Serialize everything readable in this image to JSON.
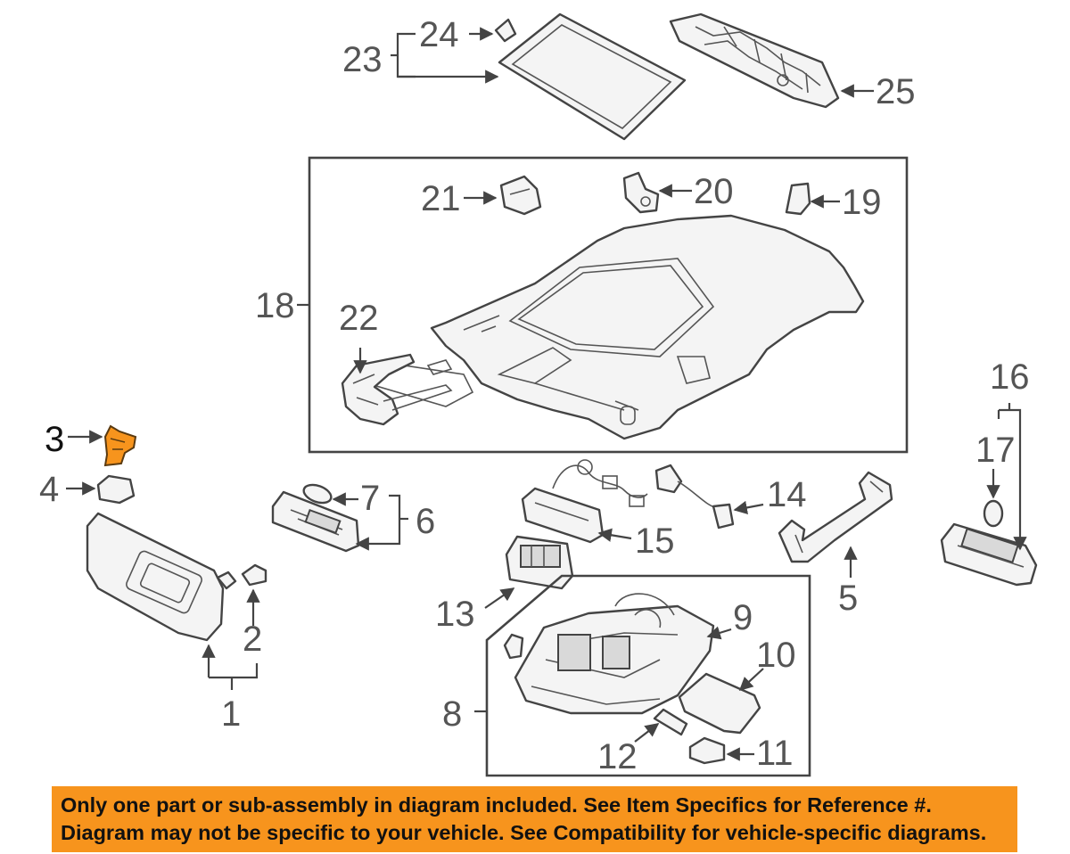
{
  "callouts": {
    "c1": "1",
    "c2": "2",
    "c3": "3",
    "c4": "4",
    "c5": "5",
    "c6": "6",
    "c7": "7",
    "c8": "8",
    "c9": "9",
    "c10": "10",
    "c11": "11",
    "c12": "12",
    "c13": "13",
    "c14": "14",
    "c15": "15",
    "c16": "16",
    "c17": "17",
    "c18": "18",
    "c19": "19",
    "c20": "20",
    "c21": "21",
    "c22": "22",
    "c23": "23",
    "c24": "24",
    "c25": "25"
  },
  "highlighted_part": "3",
  "colors": {
    "highlight_fill": "#f7941d",
    "banner_background": "#f7941d",
    "line": "#444444",
    "callout_text": "#555555"
  },
  "banner": {
    "line1": "Only one part or sub-assembly in diagram included. See Item Specifics for Reference #.",
    "line2": "Diagram may not be specific to your vehicle. See Compatibility for vehicle-specific diagrams."
  }
}
